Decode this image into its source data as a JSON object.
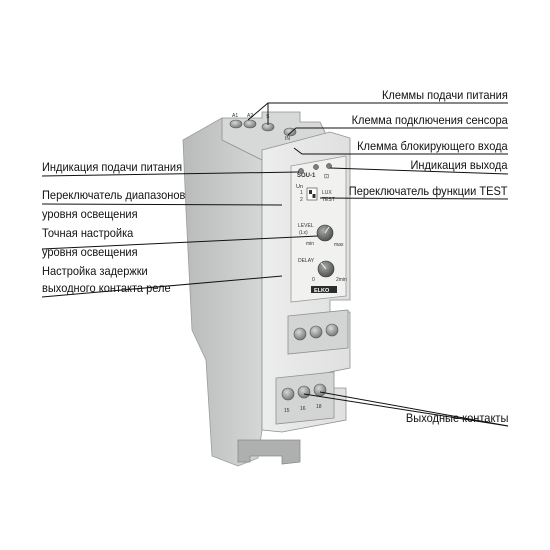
{
  "callouts": {
    "power_terminals": "Клеммы подачи питания",
    "sensor_terminal": "Клемма подключения сенсора",
    "blocking_input": "Клемма блокирующего входа",
    "output_indication": "Индикация выхода",
    "test_switch": "Переключатель функции TEST",
    "output_contacts": "Выходные контакты",
    "power_indication": "Индикация подачи питания",
    "range_switch_line1": "Переключатель диапазонов",
    "range_switch_line2": "уровня освещения",
    "fine_adjust_line1": "Точная настройка",
    "fine_adjust_line2": "уровня освещения",
    "delay_adjust_line1": "Настройка задержки",
    "delay_adjust_line2": "выходного контакта реле"
  },
  "device": {
    "model": "SOU-1",
    "un_label": "Un",
    "lux_label": "LUX",
    "test_label": "TEST",
    "switch_pos_1": "1",
    "switch_pos_2": "2",
    "level_label": "LEVEL",
    "level_unit": "(Lx)",
    "level_min": "min",
    "level_max": "max",
    "delay_label": "DELAY",
    "delay_min": "0",
    "delay_max": "2min",
    "brand": "ELKO",
    "top_terminals": [
      "A1",
      "A2",
      "S"
    ],
    "top_terminal_in": "IN",
    "bottom_terminals": [
      "15",
      "16",
      "18"
    ]
  },
  "colors": {
    "housing": "#e4e5e4",
    "housing_dark": "#c9cbca",
    "terminal": "#d2d4d3",
    "screw": "#8e9190",
    "line": "#111111"
  }
}
